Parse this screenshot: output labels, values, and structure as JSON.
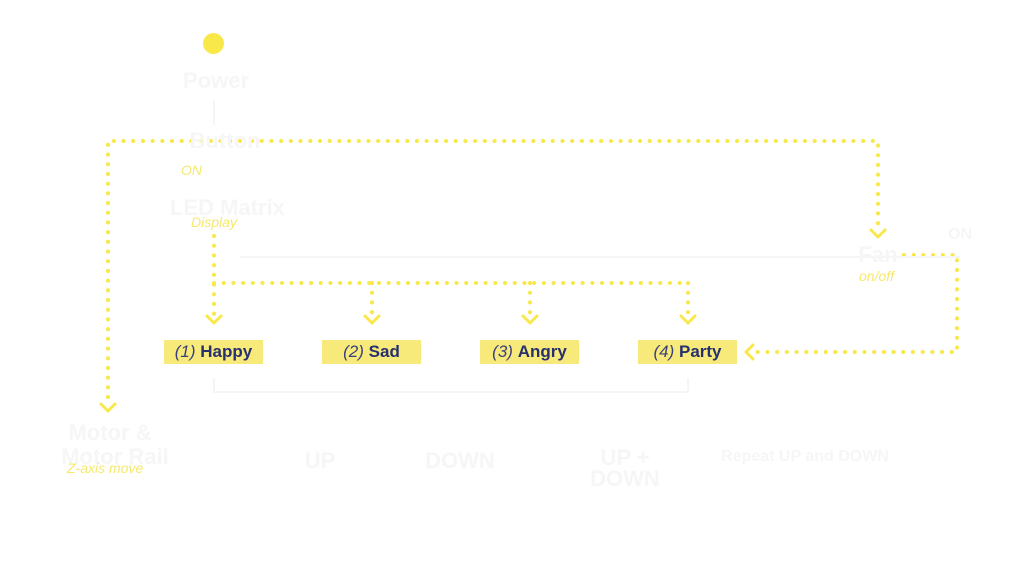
{
  "colors": {
    "accent": "#f9e84a",
    "label_bg": "#f7e97a",
    "label_text": "#27306e",
    "ghost_text": "#f6f6f6"
  },
  "nodes": {
    "power": "Power",
    "button": "Button",
    "led_matrix": "LED Matrix",
    "fan": "Fan",
    "fan_state": "ON",
    "motor": "Motor &",
    "motor_rail": "Motor Rail",
    "up": "UP",
    "down": "DOWN",
    "up_down": "UP +",
    "up_down_2": "DOWN",
    "repeat_note": "Repeat UP and DOWN"
  },
  "annotations": {
    "on": "ON",
    "display": "Display",
    "on_off": "on/off",
    "z_axis": "Z-axis move"
  },
  "states": [
    {
      "num": "(1)",
      "label": "Happy"
    },
    {
      "num": "(2)",
      "label": "Sad"
    },
    {
      "num": "(3)",
      "label": "Angry"
    },
    {
      "num": "(4)",
      "label": "Party"
    }
  ]
}
